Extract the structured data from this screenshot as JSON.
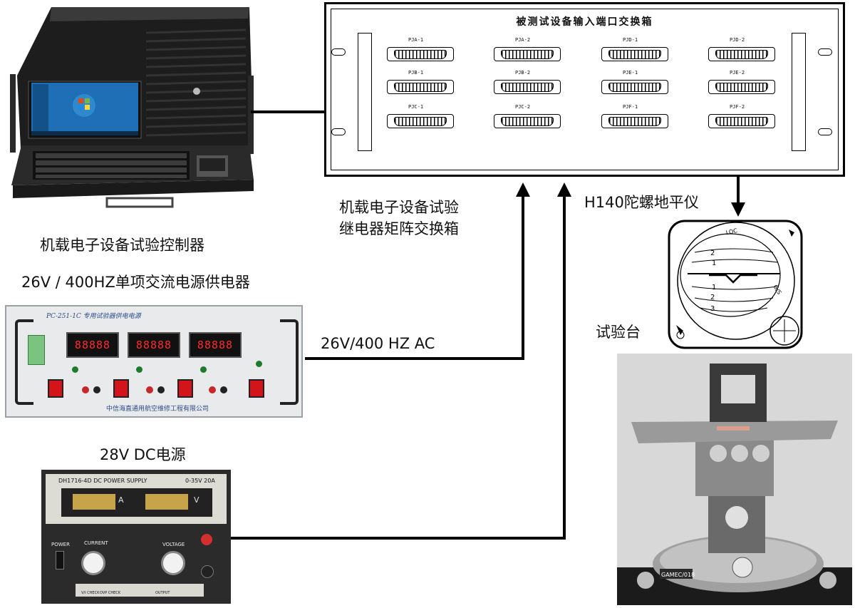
{
  "box": {
    "title": "被测试设备输入端口交换箱",
    "ports": [
      [
        "PJA-1",
        "PJA-2",
        "PJD-1",
        "PJD-2"
      ],
      [
        "PJB-1",
        "PJB-2",
        "PJE-1",
        "PJE-2"
      ],
      [
        "PJC-1",
        "PJC-2",
        "PJF-1",
        "PJF-2"
      ]
    ]
  },
  "labels": {
    "controller": "机载电子设备试验控制器",
    "matrix_line1": "机载电子设备试验",
    "matrix_line2": "继电器矩阵交换箱",
    "gyro": "H140陀螺地平仪",
    "ac_supply": "26V / 400HZ单项交流电源供电器",
    "ac_line": "26V/400 HZ AC",
    "table": "试验台",
    "dc_supply": "28V DC电源"
  },
  "ac_panel": {
    "model": "PC-251-1C 专用试验器供电电源",
    "maker": "中信海直通用航空维修工程有限公司",
    "digits": [
      "88888",
      "88888",
      "88888"
    ]
  },
  "dc_panel": {
    "model": "DH1716-4D DC POWER SUPPLY",
    "range": "0-35V 20A",
    "unit_a": "A",
    "unit_v": "V",
    "power": "POWER",
    "current": "CURRENT",
    "voltage": "VOLTAGE",
    "check1": "V/I CHECK",
    "check2": "OVP CHECK",
    "output": "OUTPUT"
  },
  "table_tag": "GAMEC/018",
  "gyro_tags": [
    "LOC",
    "G/S"
  ],
  "gyro_marks": [
    "2",
    "1",
    "1",
    "2",
    "3"
  ]
}
